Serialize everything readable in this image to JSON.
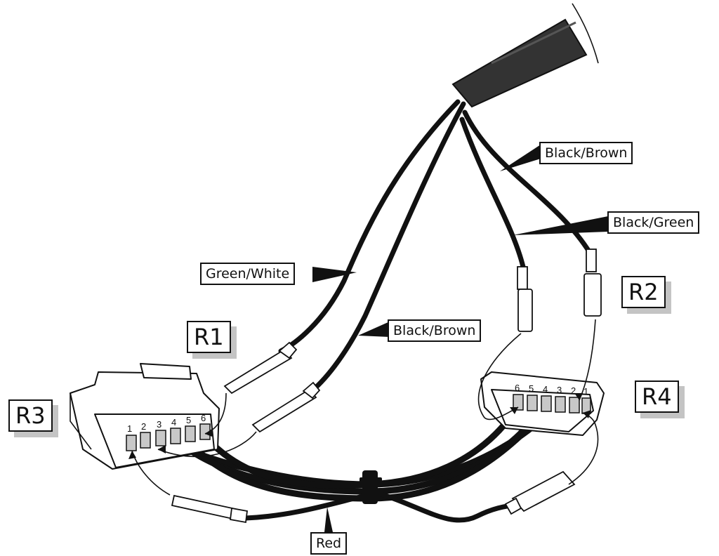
{
  "references": {
    "r1": "R1",
    "r2": "R2",
    "r3": "R3",
    "r4": "R4"
  },
  "wire_labels": {
    "green_white": "Green/White",
    "black_brown_left": "Black/Brown",
    "black_brown_right": "Black/Brown",
    "black_green": "Black/Green",
    "red": "Red"
  },
  "connector_r3_pins": [
    "1",
    "2",
    "3",
    "4",
    "5",
    "6"
  ],
  "connector_r4_pins": [
    "6",
    "5",
    "4",
    "3",
    "2",
    "1"
  ]
}
